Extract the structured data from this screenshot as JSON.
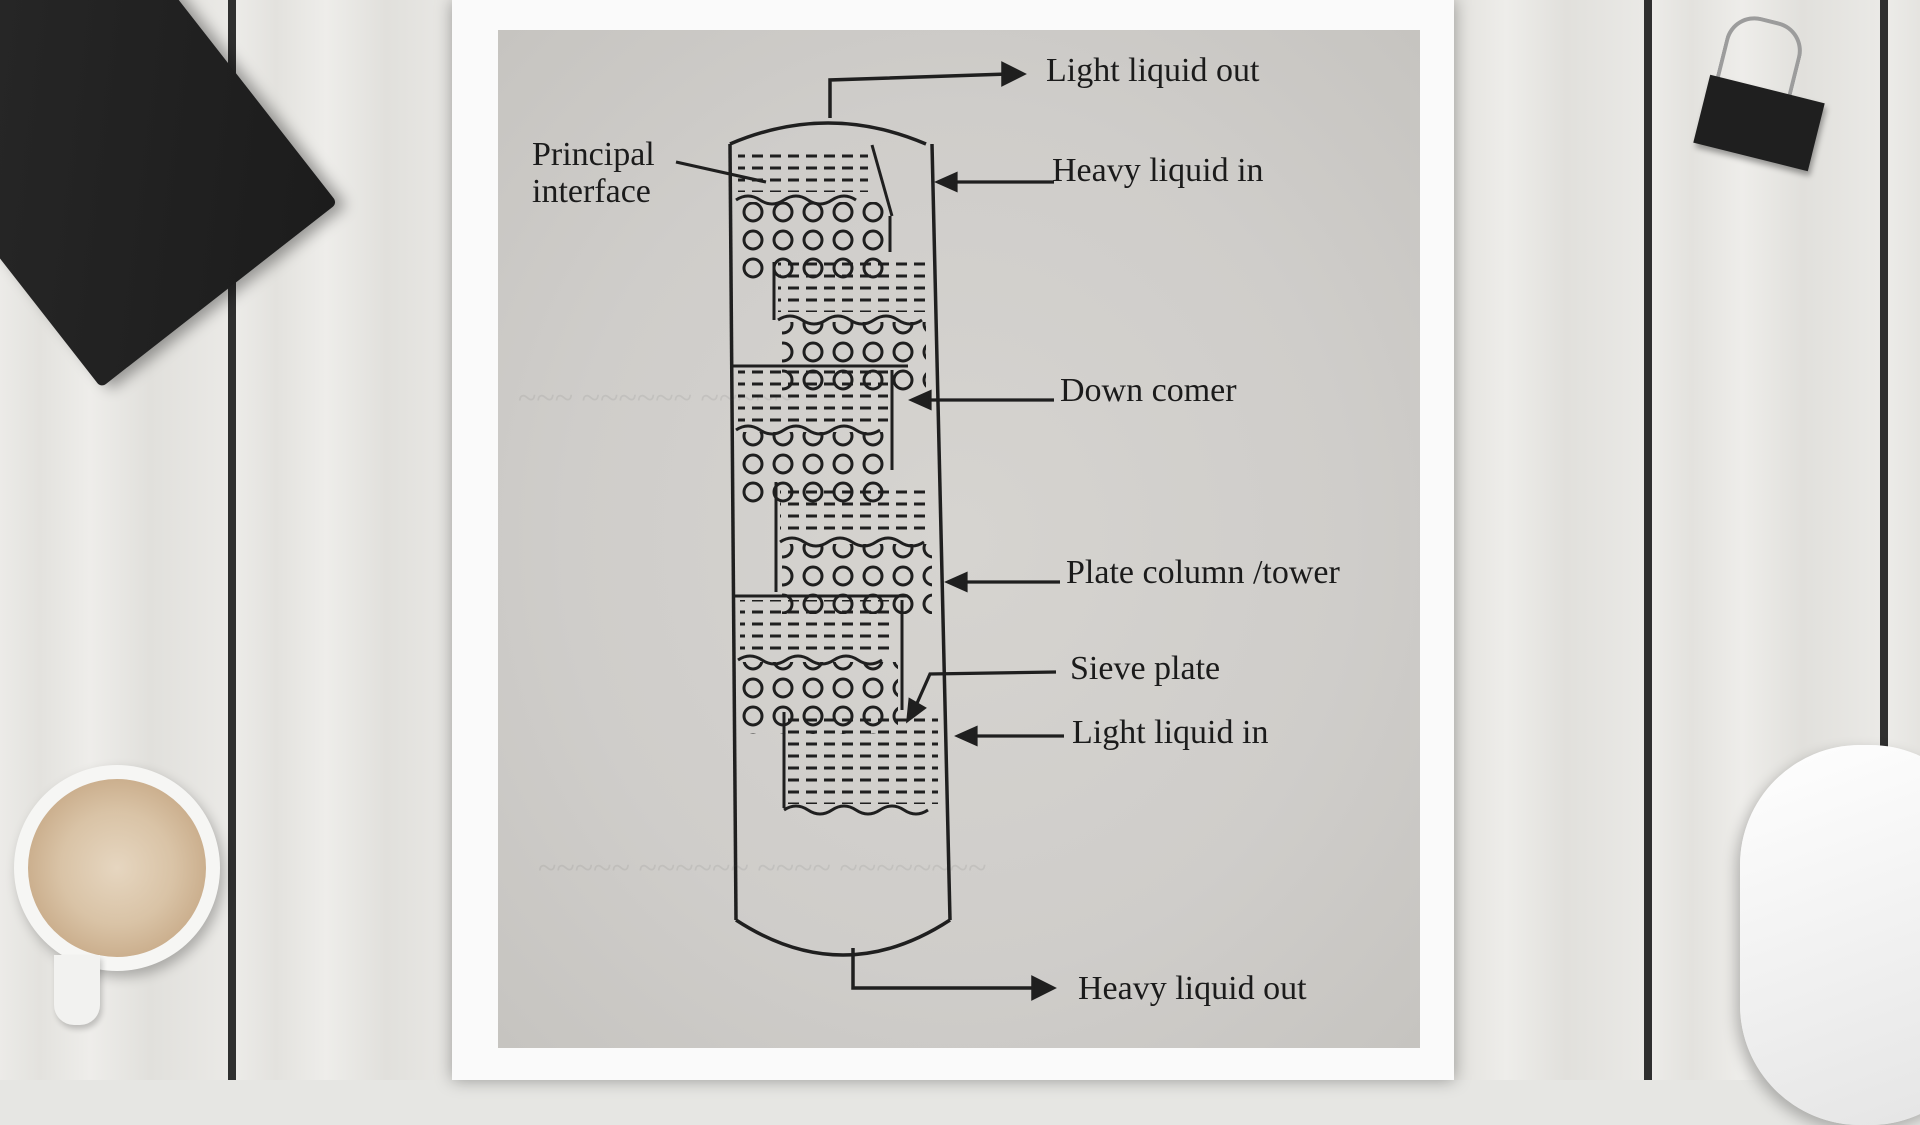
{
  "diagram": {
    "labels": {
      "light_liquid_out": "Light liquid out",
      "principal_interface": "Principal interface",
      "heavy_liquid_in": "Heavy liquid in",
      "down_comer": "Down comer",
      "plate_column": "Plate column /tower",
      "sieve_plate": "Sieve plate",
      "light_liquid_in": "Light liquid  in",
      "heavy_liquid_out": "Heavy liquid out"
    }
  }
}
